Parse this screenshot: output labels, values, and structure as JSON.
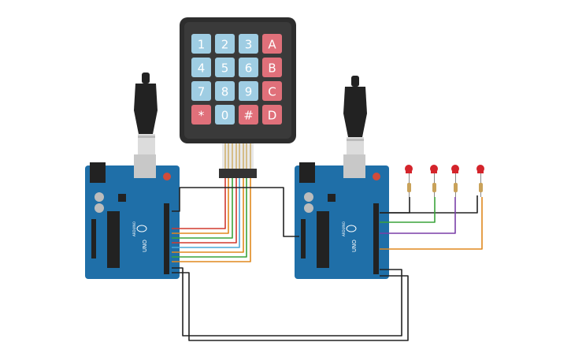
{
  "keypad": {
    "rows": [
      [
        "1",
        "2",
        "3",
        "A"
      ],
      [
        "4",
        "5",
        "6",
        "B"
      ],
      [
        "7",
        "8",
        "9",
        "C"
      ],
      [
        "*",
        "0",
        "#",
        "D"
      ]
    ],
    "digit_color": "#9fcde3",
    "letter_color": "#e0707a",
    "body_color": "#2d2d2d"
  },
  "boards": {
    "left": {
      "model": "UNO",
      "brand": "ARDUINO"
    },
    "right": {
      "model": "UNO",
      "brand": "ARDUINO"
    }
  },
  "colors": {
    "board": "#1f6fa8",
    "wire_black": "#222222",
    "wire_red": "#d13a2f",
    "wire_orange": "#e0891e",
    "wire_green": "#3aa33a",
    "wire_blue": "#4aa8d8",
    "wire_purple": "#7a3fa8",
    "led": "#d4242b"
  }
}
